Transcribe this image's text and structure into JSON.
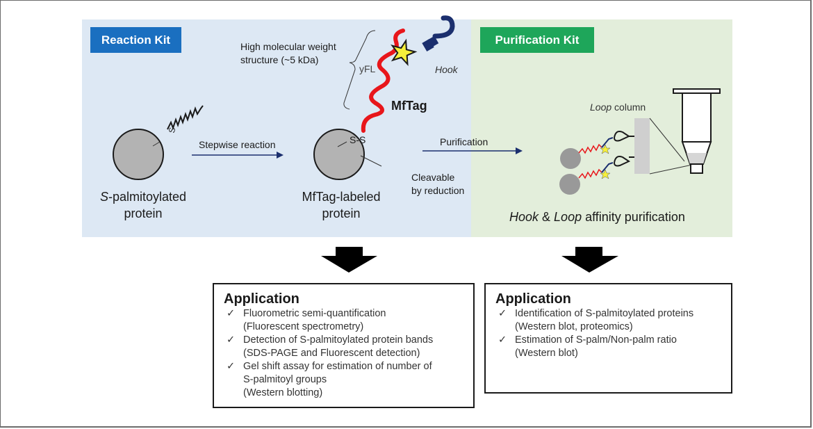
{
  "colors": {
    "reaction_panel_bg": "#dde8f4",
    "purification_panel_bg": "#e3eedb",
    "reaction_badge": "#1a6fc0",
    "purification_badge": "#1ea65a",
    "mftag_chain": "#e8161b",
    "hook": "#1b2f6e",
    "fluorophore_star": "#f6f03a",
    "protein": "#b3b3b3",
    "arrow_navy": "#1b2f6e"
  },
  "reaction_kit": {
    "badge": "Reaction Kit",
    "hmw_label_line1": "High molecular weight",
    "hmw_label_line2": "structure (~5 kDa)",
    "yfl_label": "yFL",
    "hook_label": "Hook",
    "mftag_label": "MfTag",
    "s_label": "S",
    "ss_label": "S-S",
    "step_label": "Stepwise reaction",
    "cleavable_line1": "Cleavable",
    "cleavable_line2": "by reduction",
    "protein1_line1_italic": "S",
    "protein1_line1_rest": "-palmitoylated",
    "protein1_line2": "protein",
    "protein2_line1": "MfTag-labeled",
    "protein2_line2": "protein",
    "purification_arrow_label": "Purification"
  },
  "purification_kit": {
    "badge": "Purification Kit",
    "loop_italic": "Loop",
    "loop_rest": " column",
    "caption_hook": "Hook",
    "caption_amp": " & ",
    "caption_loop": "Loop",
    "caption_rest": " affinity purification"
  },
  "applications": [
    {
      "title": "Application",
      "items": [
        {
          "check": "✓",
          "lines": [
            "Fluorometric semi-quantification",
            "(Fluorescent spectrometry)"
          ]
        },
        {
          "check": "✓",
          "lines": [
            "Detection of S-palmitoylated protein bands",
            "(SDS-PAGE and Fluorescent detection)"
          ]
        },
        {
          "check": "✓",
          "lines": [
            "Gel shift assay for estimation of number of",
            "S-palmitoyl groups",
            "(Western blotting)"
          ]
        }
      ]
    },
    {
      "title": "Application",
      "items": [
        {
          "check": "✓",
          "lines": [
            "Identification of S-palmitoylated proteins",
            "(Western blot, proteomics)"
          ]
        },
        {
          "check": "✓",
          "lines": [
            "Estimation of S-palm/Non-palm ratio",
            "(Western blot)"
          ]
        }
      ]
    }
  ]
}
